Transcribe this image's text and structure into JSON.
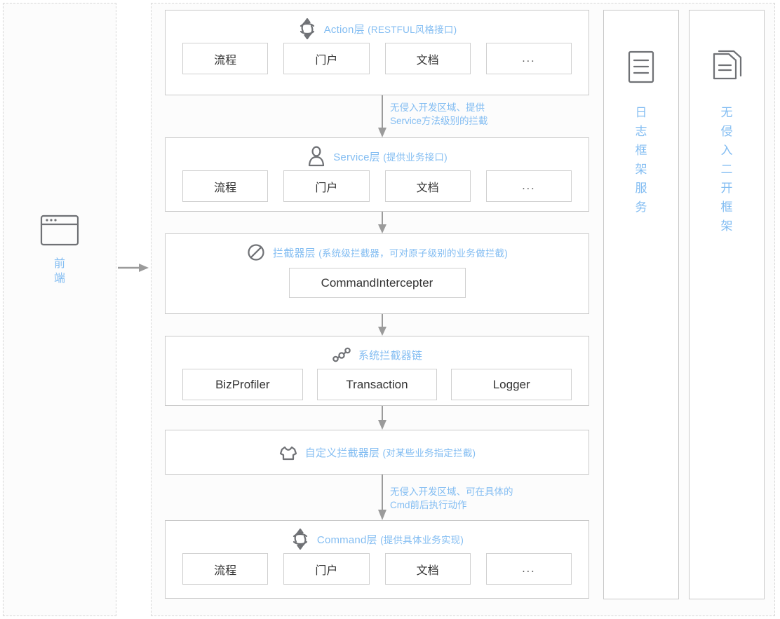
{
  "frontend": {
    "icon": "browser-window-icon",
    "label": "前端"
  },
  "layers": [
    {
      "id": "action",
      "icon": "orbit-rotate-icon",
      "title": "Action层",
      "subtitle": "(RESTFUL风格接口)",
      "chips": [
        "流程",
        "门户",
        "文档",
        "..."
      ]
    },
    {
      "id": "service",
      "icon": "user-person-icon",
      "title": "Service层",
      "subtitle": "(提供业务接口)",
      "chips": [
        "流程",
        "门户",
        "文档",
        "..."
      ]
    },
    {
      "id": "interceptor",
      "icon": "no-entry-block-icon",
      "title": "拦截器层",
      "subtitle": "(系统级拦截器，可对原子级别的业务做拦截)",
      "chips": [
        "CommandIntercepter"
      ]
    },
    {
      "id": "chain",
      "icon": "chain-nodes-icon",
      "title": "系统拦截器链",
      "subtitle": "",
      "chips": [
        "BizProfiler",
        "Transaction",
        "Logger"
      ]
    },
    {
      "id": "custom",
      "icon": "tshirt-icon",
      "title": "自定义拦截器层",
      "subtitle": "(对某些业务指定拦截)",
      "chips": []
    },
    {
      "id": "command",
      "icon": "orbit-rotate-icon",
      "title": "Command层",
      "subtitle": "(提供具体业务实现)",
      "chips": [
        "流程",
        "门户",
        "文档",
        "..."
      ]
    }
  ],
  "connector_notes": [
    {
      "line1": "无侵入开发区域、提供",
      "line2": "Service方法级别的拦截"
    },
    {
      "line1": "无侵入开发区域、可在具体的",
      "line2": "Cmd前后执行动作"
    }
  ],
  "side_panels": [
    {
      "id": "log-framework",
      "icon": "document-lines-icon",
      "label": "日志框架服务"
    },
    {
      "id": "extension-framework",
      "icon": "documents-copy-icon",
      "label": "无侵入二开框架"
    }
  ],
  "colors": {
    "accent_blue": "#83bdf2",
    "box_border": "#c9c9c9",
    "chip_border": "#d0d0d0",
    "icon_gray": "#6f7175",
    "arrow_gray": "#9b9b9b",
    "dashed_border": "#d7d7d7",
    "text_dark": "#333333"
  }
}
